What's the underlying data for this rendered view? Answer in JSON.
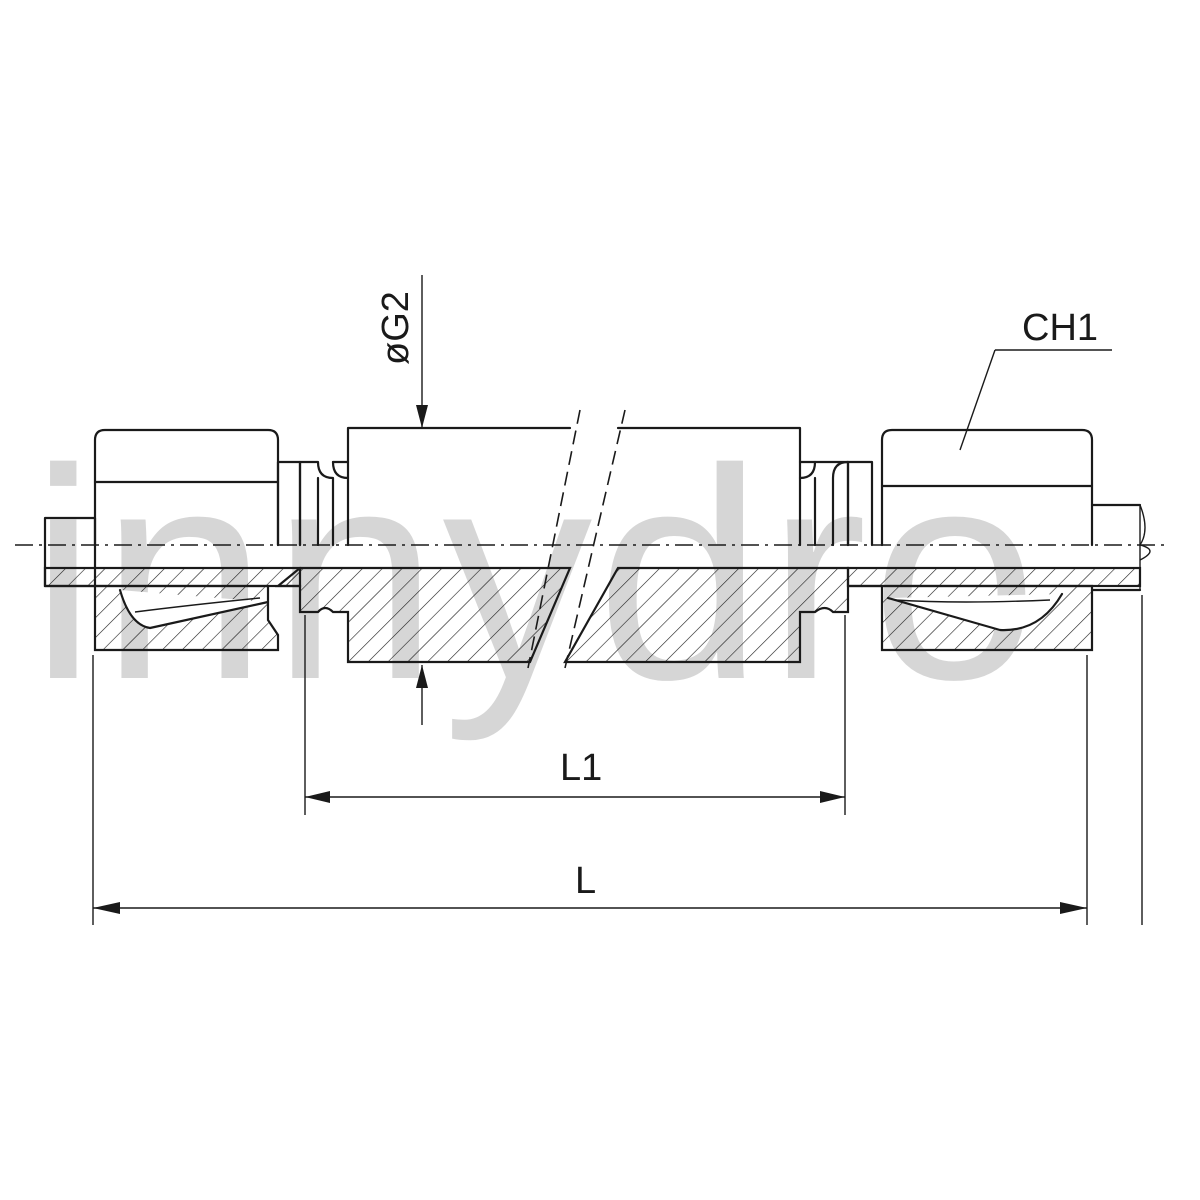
{
  "watermark": "innydro",
  "labels": {
    "diameter": "øG2",
    "wrench": "CH1",
    "length_inner": "L1",
    "length_total": "L"
  }
}
